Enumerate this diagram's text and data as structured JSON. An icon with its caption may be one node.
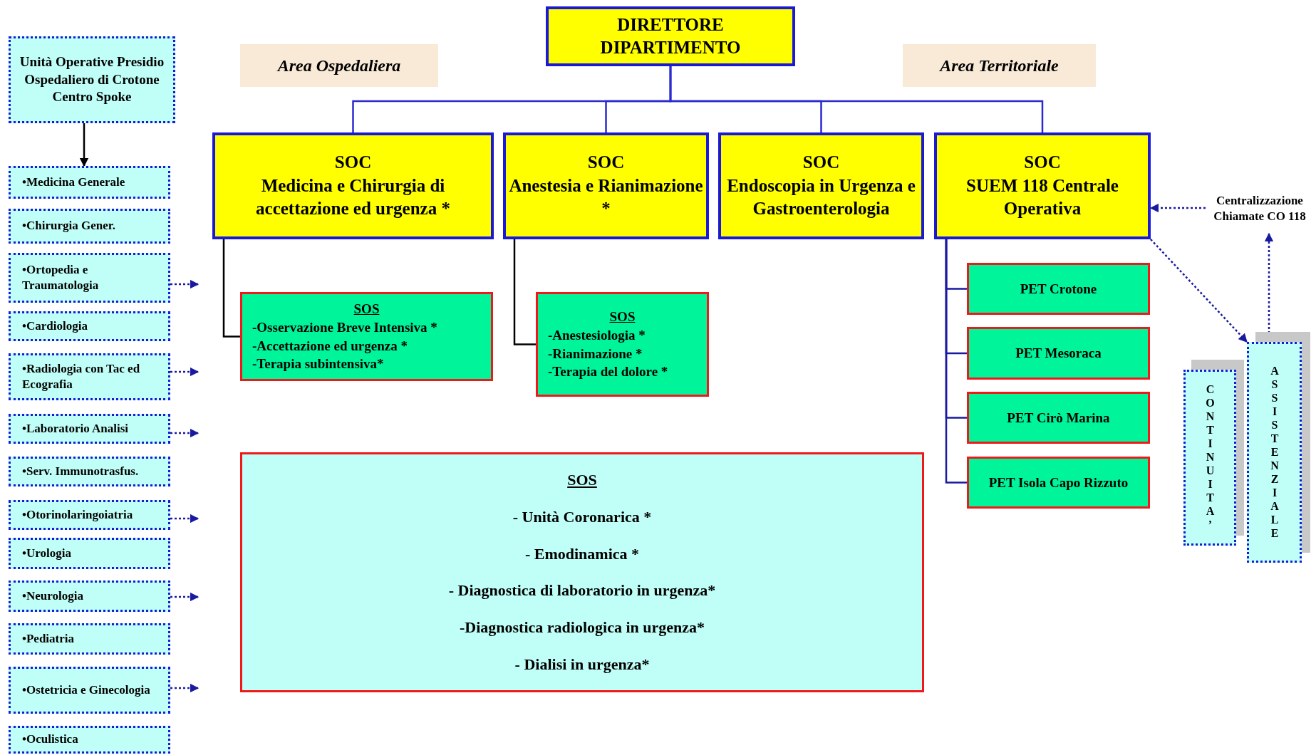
{
  "diagram": {
    "nodes": [
      {
        "text": [
          "DIRETTORE DIPARTIMENTO"
        ]
      },
      {
        "text": [
          "Area Ospedaliera"
        ]
      },
      {
        "text": [
          "Area Territoriale"
        ]
      },
      {
        "text": [
          "SOC",
          "Medicina e Chirurgia di accettazione ed urgenza *"
        ]
      },
      {
        "text": [
          "SOC",
          "Anestesia e Rianimazione *"
        ]
      },
      {
        "text": [
          "SOC",
          "Endoscopia in Urgenza e Gastroenterologia"
        ]
      },
      {
        "text": [
          "SOC",
          "SUEM 118 Centrale Operativa"
        ]
      },
      {
        "text": [
          "SOS",
          "-Osservazione Breve Intensiva *",
          "-Accettazione ed urgenza *",
          "-Terapia subintensiva*"
        ]
      },
      {
        "text": [
          "SOS",
          "-Anestesiologia *",
          "-Rianimazione *",
          "-Terapia del dolore *"
        ]
      },
      {
        "text": [
          "SOS",
          "- Unità Coronarica *",
          "- Emodinamica *",
          "- Diagnostica di laboratorio in urgenza*",
          "-Diagnostica radiologica in urgenza*",
          "- Dialisi in urgenza*"
        ]
      },
      {
        "text": [
          "PET Crotone"
        ]
      },
      {
        "text": [
          "PET Mesoraca"
        ]
      },
      {
        "text": [
          "PET Cirò Marina"
        ]
      },
      {
        "text": [
          "PET Isola Capo Rizzuto"
        ]
      },
      {
        "text": [
          "Centralizzazione Chiamate CO 118"
        ]
      },
      {
        "text": [
          "CONTINUITA’"
        ]
      },
      {
        "text": [
          "ASSISTENZIALE"
        ]
      },
      {
        "text": [
          "Unità Operative Presidio Ospedaliero di Crotone Centro Spoke"
        ]
      },
      {
        "text": [
          "•Medicina Generale"
        ]
      },
      {
        "text": [
          "•Chirurgia Gener."
        ]
      },
      {
        "text": [
          "•Ortopedia e Traumatologia"
        ]
      },
      {
        "text": [
          "•Cardiologia"
        ]
      },
      {
        "text": [
          "•Radiologia con Tac ed Ecografia"
        ]
      },
      {
        "text": [
          "•Laboratorio Analisi"
        ]
      },
      {
        "text": [
          "•Serv. Immunotrasfus."
        ]
      },
      {
        "text": [
          "•Otorinolaringoiatria"
        ]
      },
      {
        "text": [
          "•Urologia"
        ]
      },
      {
        "text": [
          "•Neurologia"
        ]
      },
      {
        "text": [
          "•Pediatria"
        ]
      },
      {
        "text": [
          "•Ostetricia e Ginecologia"
        ]
      },
      {
        "text": [
          "•Oculistica"
        ]
      }
    ],
    "edges": [
      {
        "from": 0,
        "to": 3,
        "arrow": "none",
        "color": "#2a2ad0"
      },
      {
        "from": 0,
        "to": 4,
        "arrow": "none",
        "color": "#2a2ad0"
      },
      {
        "from": 0,
        "to": 5,
        "arrow": "none",
        "color": "#2a2ad0"
      },
      {
        "from": 0,
        "to": 6,
        "arrow": "none",
        "color": "#2a2ad0"
      },
      {
        "from": 3,
        "to": 7,
        "arrow": "none",
        "color": "#000000"
      },
      {
        "from": 4,
        "to": 8,
        "arrow": "none",
        "color": "#000000"
      },
      {
        "from": 6,
        "to": 10,
        "arrow": "none"
      },
      {
        "from": 6,
        "to": 11,
        "arrow": "none"
      },
      {
        "from": 6,
        "to": 12,
        "arrow": "none"
      },
      {
        "from": 6,
        "to": 13,
        "arrow": "none"
      },
      {
        "from": 14,
        "to": 6,
        "arrow": "to",
        "style": "dashed"
      },
      {
        "from": 6,
        "to": 16,
        "arrow": "to",
        "style": "dashed"
      },
      {
        "from": 16,
        "to": 14,
        "arrow": "to",
        "style": "dashed"
      },
      {
        "from": 17,
        "to": 18,
        "arrow": "to",
        "color": "#000000"
      },
      {
        "from": 20,
        "to": null,
        "arrow": "to",
        "style": "dashed"
      },
      {
        "from": 22,
        "to": null,
        "arrow": "to",
        "style": "dashed"
      },
      {
        "from": 23,
        "to": null,
        "arrow": "to",
        "style": "dashed"
      },
      {
        "from": 25,
        "to": null,
        "arrow": "to",
        "style": "dashed"
      },
      {
        "from": 27,
        "to": null,
        "arrow": "to",
        "style": "dashed"
      },
      {
        "from": 29,
        "to": null,
        "arrow": "to",
        "style": "dashed"
      }
    ]
  }
}
